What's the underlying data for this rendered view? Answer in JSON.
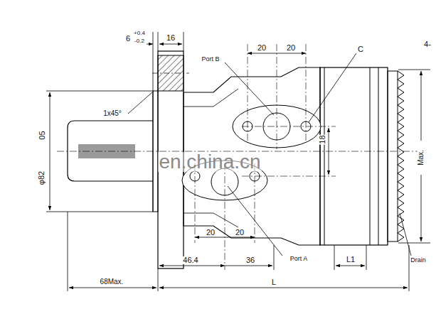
{
  "diagram": {
    "labels": [
      "6",
      "+0.4",
      "-0.2",
      "16",
      "Port B",
      "20",
      "20",
      "C",
      "4-",
      "1x45°",
      "φ82",
      "05",
      "18",
      "Max.",
      "20",
      "20",
      "Port A",
      "46.4",
      "36",
      "L1",
      "Drain",
      "68Max.",
      "L",
      "en.china.cn"
    ]
  }
}
